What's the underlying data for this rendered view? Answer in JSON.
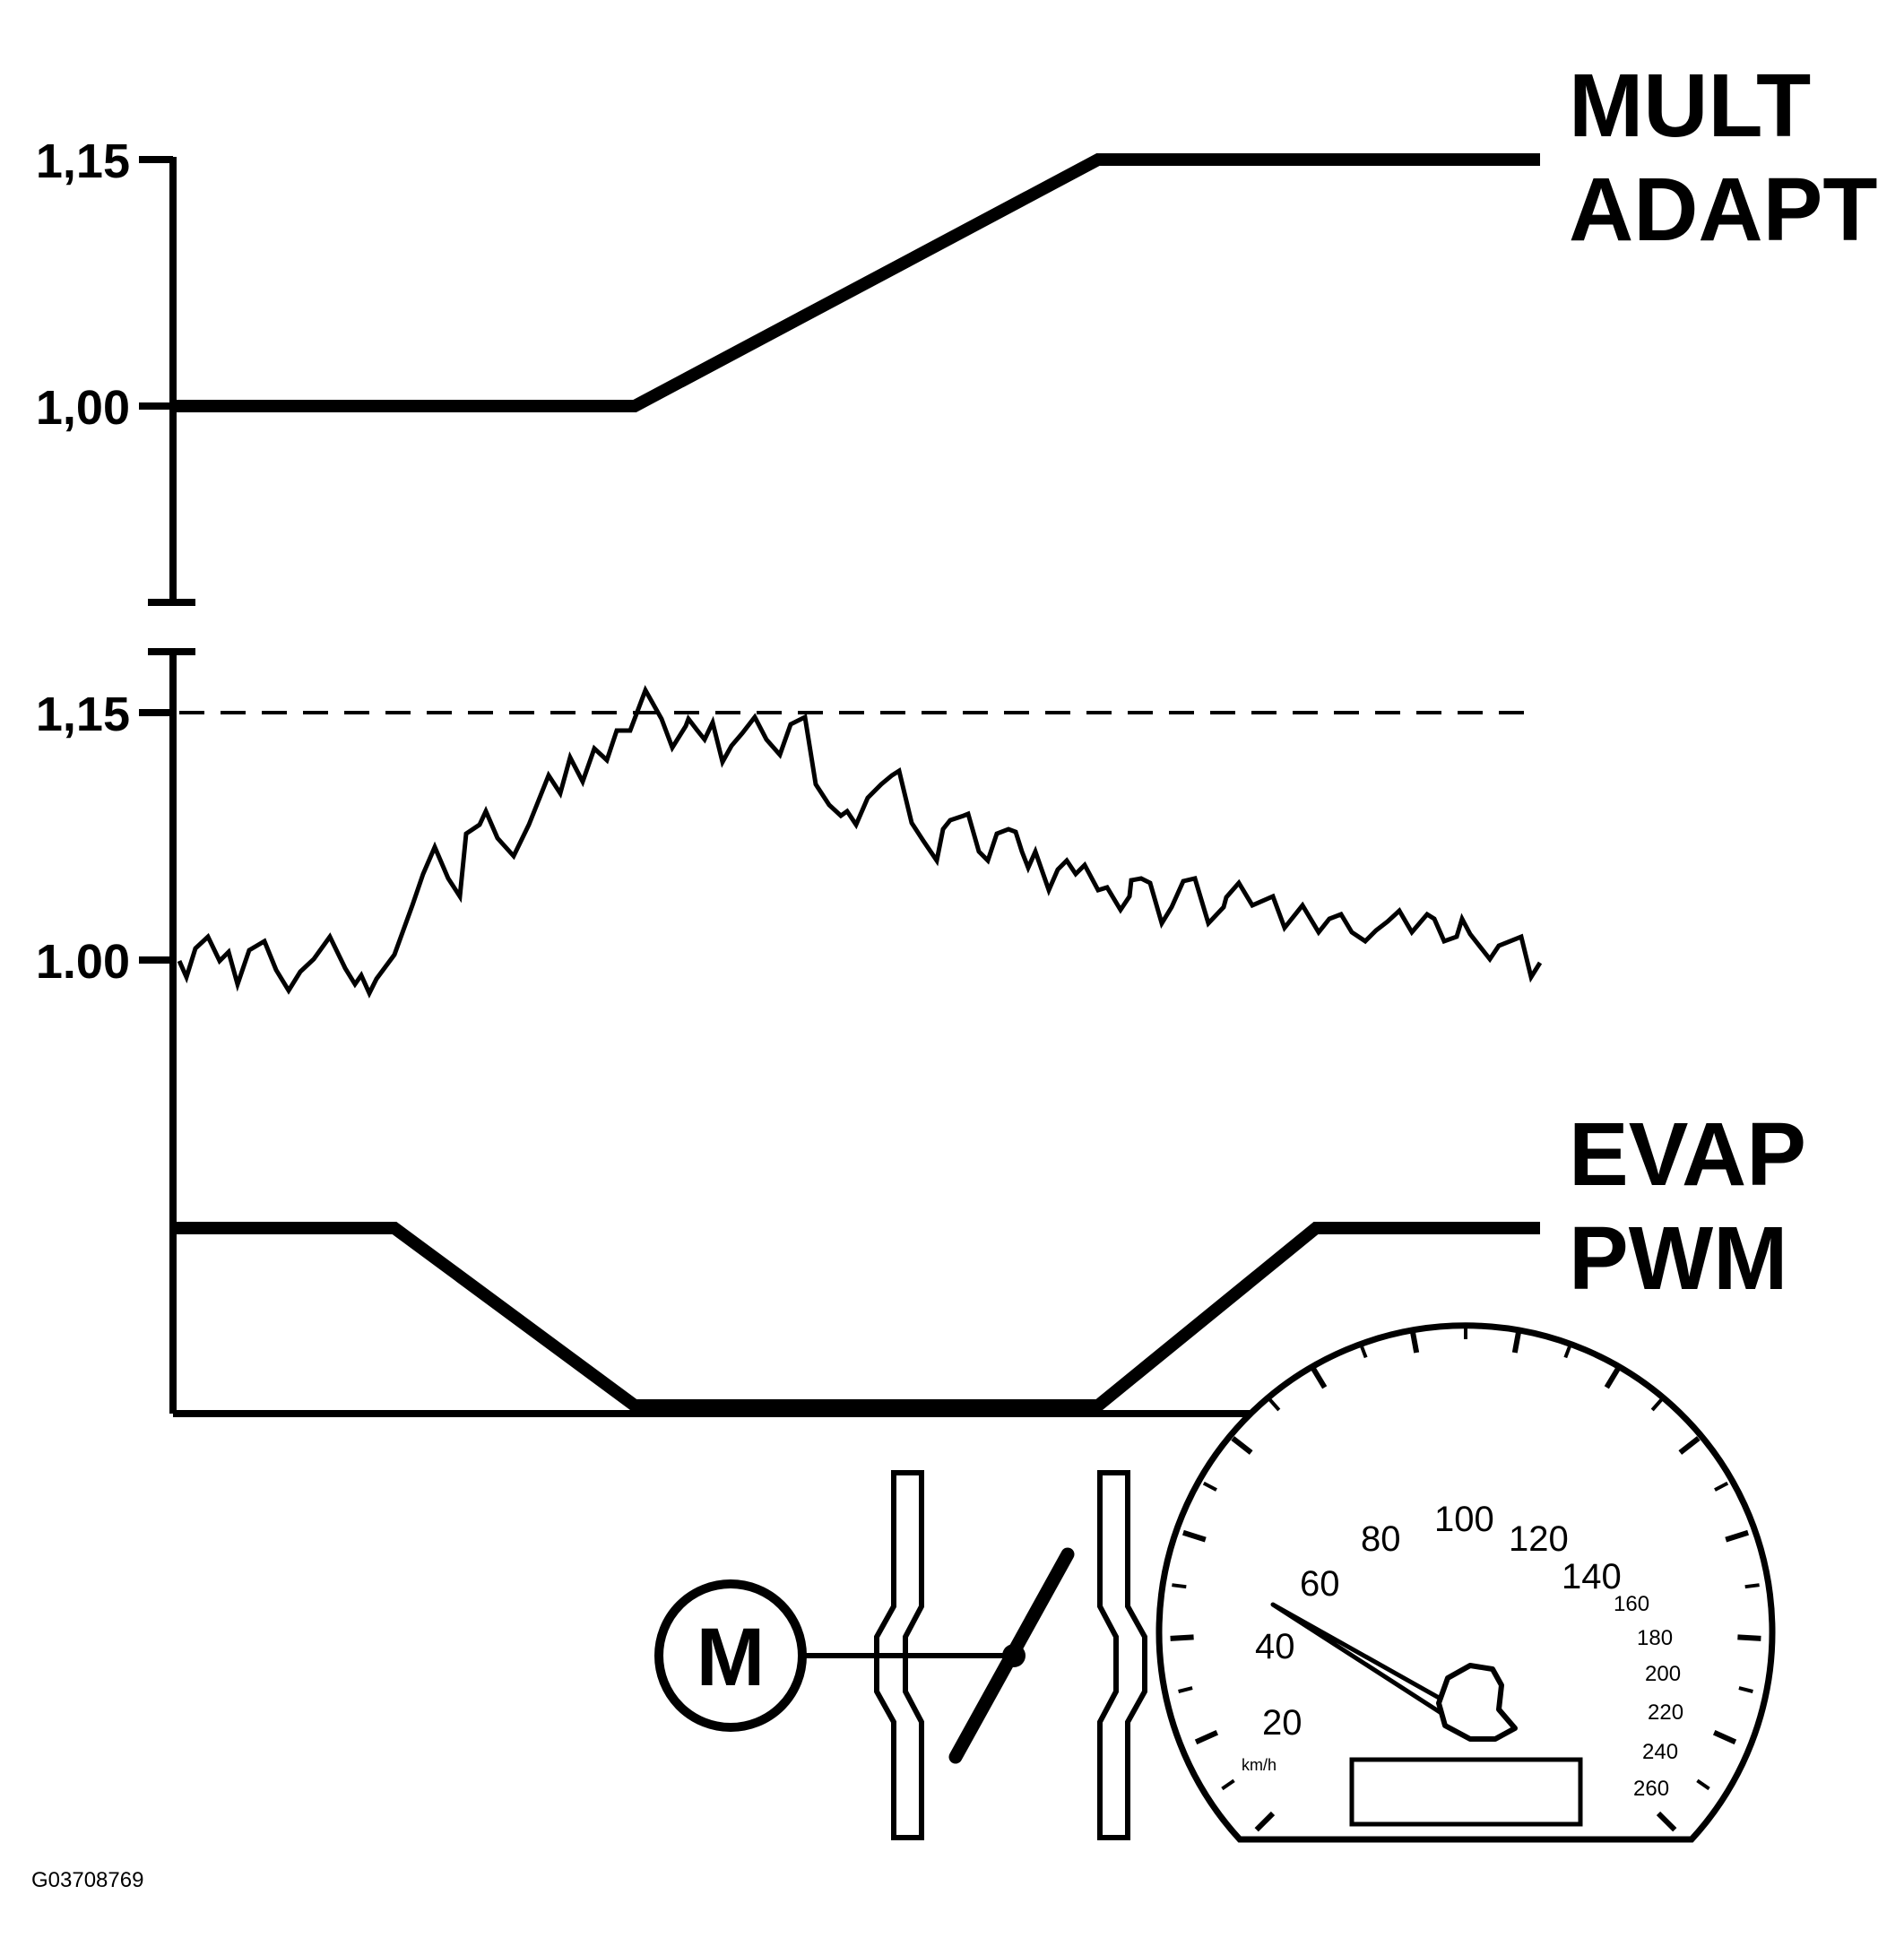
{
  "colors": {
    "ink": "#000000",
    "background": "#ffffff"
  },
  "top_chart": {
    "tick_labels": [
      "1,15",
      "1,00"
    ],
    "title_line1": "MULT",
    "title_line2": "ADAPT"
  },
  "mid_chart": {
    "tick_labels": [
      "1,15",
      "1.00"
    ]
  },
  "bottom_chart": {
    "title_line1": "EVAP",
    "title_line2": "PWM"
  },
  "throttle": {
    "motor_label": "M",
    "icon": "throttle-valve-icon"
  },
  "speedometer": {
    "icon": "speedometer-icon",
    "scale_labels": [
      "20",
      "40",
      "60",
      "80",
      "100",
      "120",
      "140",
      "160",
      "180",
      "200",
      "220",
      "240",
      "260"
    ],
    "unit": "km/h"
  },
  "figure_id": "G03708769"
}
